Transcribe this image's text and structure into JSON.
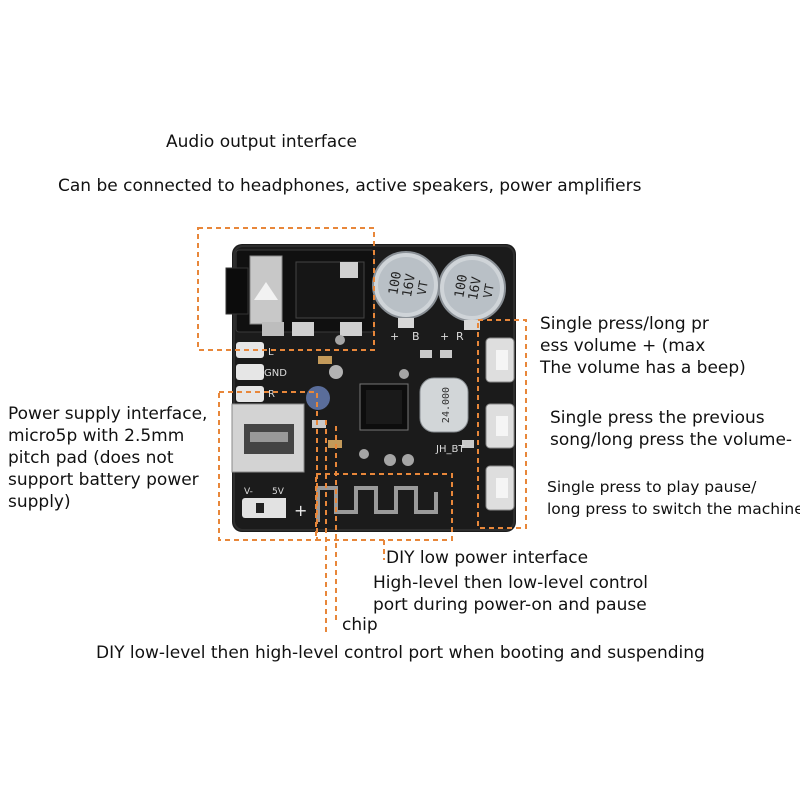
{
  "labels": {
    "audio_title": "Audio output interface",
    "audio_desc": "Can be connected to headphones, active speakers, power amplifiers",
    "power_lines": [
      "Power supply interface,",
      "micro5p with 2.5mm",
      "pitch pad (does not",
      "support battery power",
      "supply)"
    ],
    "vol_up_lines": [
      "Single press/long pr",
      "ess volume + (max",
      "The volume has a beep)"
    ],
    "prev_lines": [
      "Single press the previous",
      "song/long press the volume-"
    ],
    "play_lines": [
      "Single press to play pause/",
      "long press to switch the machine"
    ],
    "diy_low_power": "DIY low power interface",
    "high_low_lines": [
      "High-level then low-level control",
      "port during power-on and pause"
    ],
    "chip": "chip",
    "diy_low_high": "DIY low-level then high-level control port when booting and suspending"
  },
  "board": {
    "cap_left": [
      "100",
      "16V",
      "VT"
    ],
    "cap_right": [
      "100",
      "16V",
      "VT"
    ],
    "cap_pins": [
      "+",
      "B",
      "+",
      "R"
    ],
    "pad_labels": [
      "L",
      "GND",
      "R"
    ],
    "power_pads": [
      "V-",
      "5V"
    ],
    "power_plus": "+",
    "chip_label": "JH_BT",
    "crystal": "24.000"
  },
  "colors": {
    "callout": "#e8873a",
    "board": "#1a1a1a",
    "text": "#111111"
  }
}
